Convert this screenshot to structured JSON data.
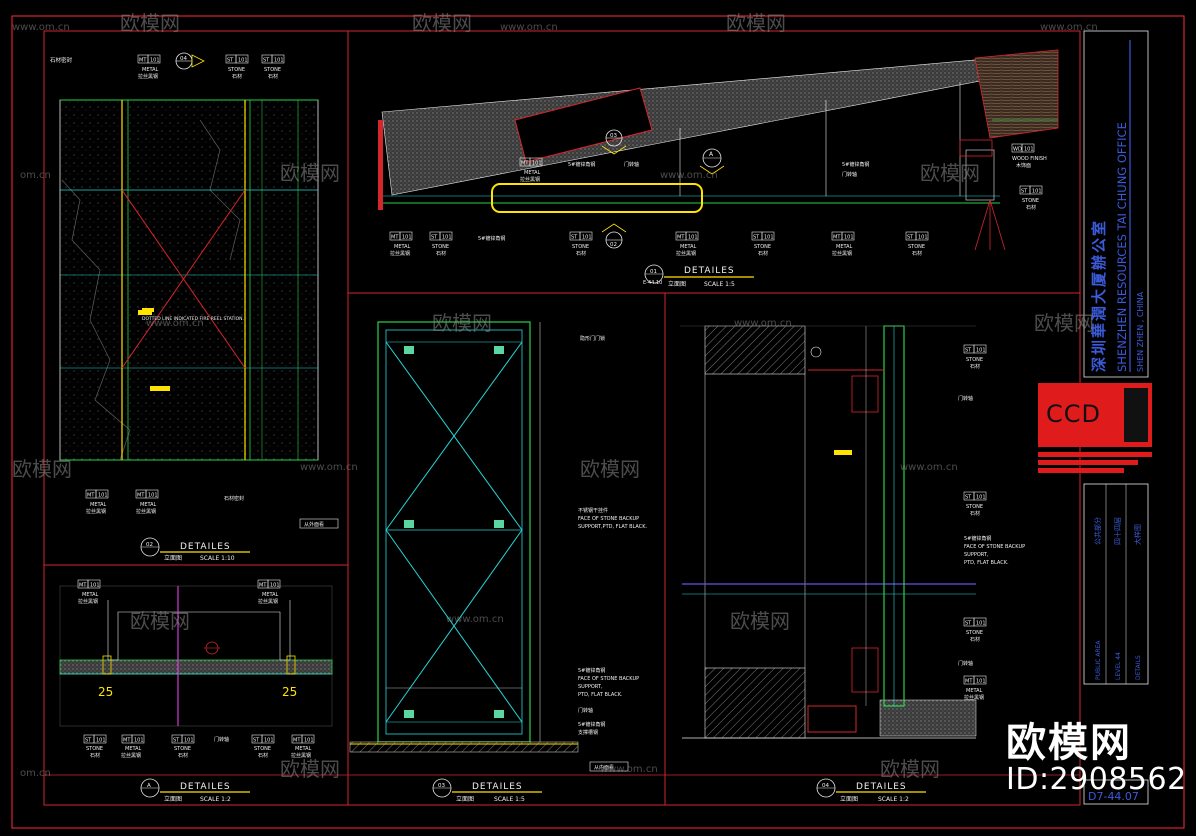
{
  "watermark": {
    "brand": "欧模网",
    "site": "www.om.cn",
    "site_short": "om.cn",
    "id_text": "ID:2908562"
  },
  "colors": {
    "frame": "#d4262d",
    "border_white": "#e8e8e8",
    "line_green": "#29d14a",
    "line_cyan": "#27d6d6",
    "line_blue": "#3b5bd9",
    "line_yellow": "#ffe400",
    "line_magenta": "#d63ad6",
    "text_white": "#f0f0f0"
  },
  "title_block": {
    "project_cn": "深圳華潤大厦辦公室",
    "project_en": "SHENZHEN RESOURCES TAI CHUNG OFFICE",
    "location": "SHEN ZHEN , CHINA",
    "logo_text": "CCD",
    "cn_area": "公共部分",
    "cn_level": "四十四层",
    "cn_type": "大样图",
    "en_area": "PUBLIC AREA",
    "en_level": "LEVEL 44",
    "en_type": "DETAILS",
    "sheet_no": "D7-44.07"
  },
  "tags": {
    "mt": "MT",
    "st": "ST",
    "wd": "WD",
    "code": "101",
    "metal": "METAL",
    "stone": "STONE",
    "metal_cn": "拉丝黑钢",
    "stone_cn": "石材",
    "wood_finish": "WOOD FINISH",
    "wood_cn": "木饰面"
  },
  "notes": {
    "stone_joint": "石材密封",
    "backup_cn": "不锈钢干挂件",
    "backup_en1": "FACE OF STONE BACKUP",
    "backup_en2": "SUPPORT,PTD, FLAT BLACK.",
    "backup_en2b": "SUPPORT,",
    "backup_en3": "PTD, FLAT BLACK.",
    "angle_steel": "5#镀锌角钢",
    "door_axis": "门转轴",
    "hidden_door_cn": "隐形门门锁",
    "support_cn": "支撑槽钢",
    "dotted_line": "DOTTED LINE INDICATED FIRE REEL STATION.",
    "inner_label": "从外面看",
    "inner_label2": "从内面看"
  },
  "details": [
    {
      "number": "01",
      "title": "DETAILES",
      "ref": "E-44.10",
      "sub": "立面图",
      "scale": "SCALE 1:5"
    },
    {
      "number": "02",
      "title": "DETAILES",
      "ref": "",
      "sub": "立面图",
      "scale": "SCALE 1:10"
    },
    {
      "number": "A",
      "title": "DETAILES",
      "ref": "",
      "sub": "立面图",
      "scale": "SCALE 1:2"
    },
    {
      "number": "03",
      "title": "DETAILES",
      "ref": "",
      "sub": "立面图",
      "scale": "SCALE 1:5"
    },
    {
      "number": "04",
      "title": "DETAILES",
      "ref": "",
      "sub": "立面图",
      "scale": "SCALE 1:2"
    }
  ],
  "callouts": {
    "c04": "04",
    "c03": "03",
    "c02": "02",
    "cA": "A",
    "dim25": "25"
  }
}
